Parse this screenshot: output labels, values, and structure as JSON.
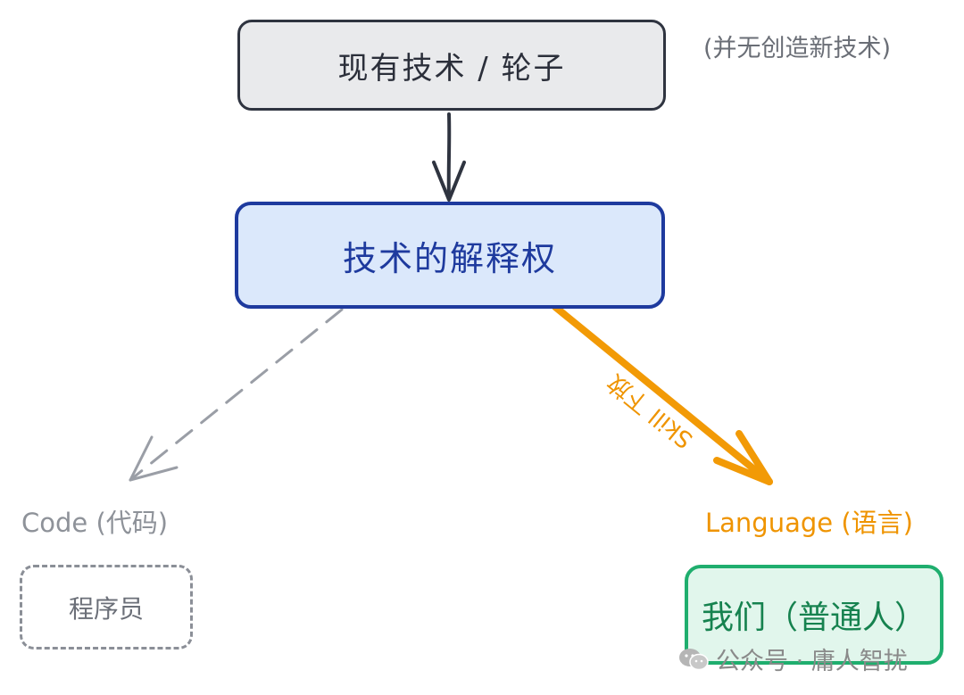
{
  "nodes": {
    "existing_tech": "现有技术 / 轮子",
    "interpretation": "技术的解释权",
    "programmer": "程序员",
    "us": "我们（普通人）"
  },
  "labels": {
    "note": "(并无创造新技术)",
    "code": "Code (代码)",
    "language": "Language (语言)",
    "skill": "Skill 下放"
  },
  "watermark": "公众号 · 庸人智扰",
  "colors": {
    "dark": "#2f3440",
    "blue": "#1e3a9e",
    "gray": "#8b8f97",
    "orange": "#ef9400",
    "green": "#1fae6e"
  }
}
